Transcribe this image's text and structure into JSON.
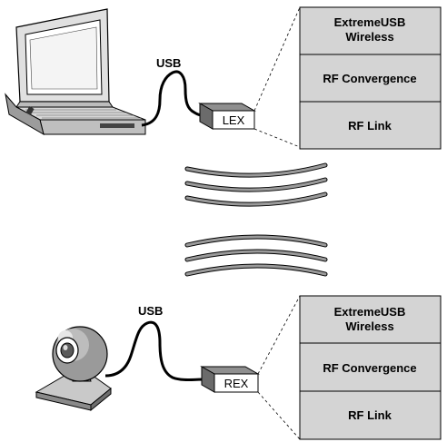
{
  "top": {
    "cable_label": "USB",
    "extender_label": "LEX",
    "stack": [
      "ExtremeUSB Wireless",
      "RF Convergence",
      "RF Link"
    ]
  },
  "bottom": {
    "cable_label": "USB",
    "extender_label": "REX",
    "stack": [
      "ExtremeUSB Wireless",
      "RF Convergence",
      "RF Link"
    ]
  },
  "colors": {
    "stack_fill": "#d4d4d4",
    "box_top": "#8f8f8f",
    "box_side": "#6b6b6b",
    "wave": "#9a9a9a"
  },
  "icons": [
    "laptop-icon",
    "webcam-icon",
    "radio-waves-icon"
  ]
}
